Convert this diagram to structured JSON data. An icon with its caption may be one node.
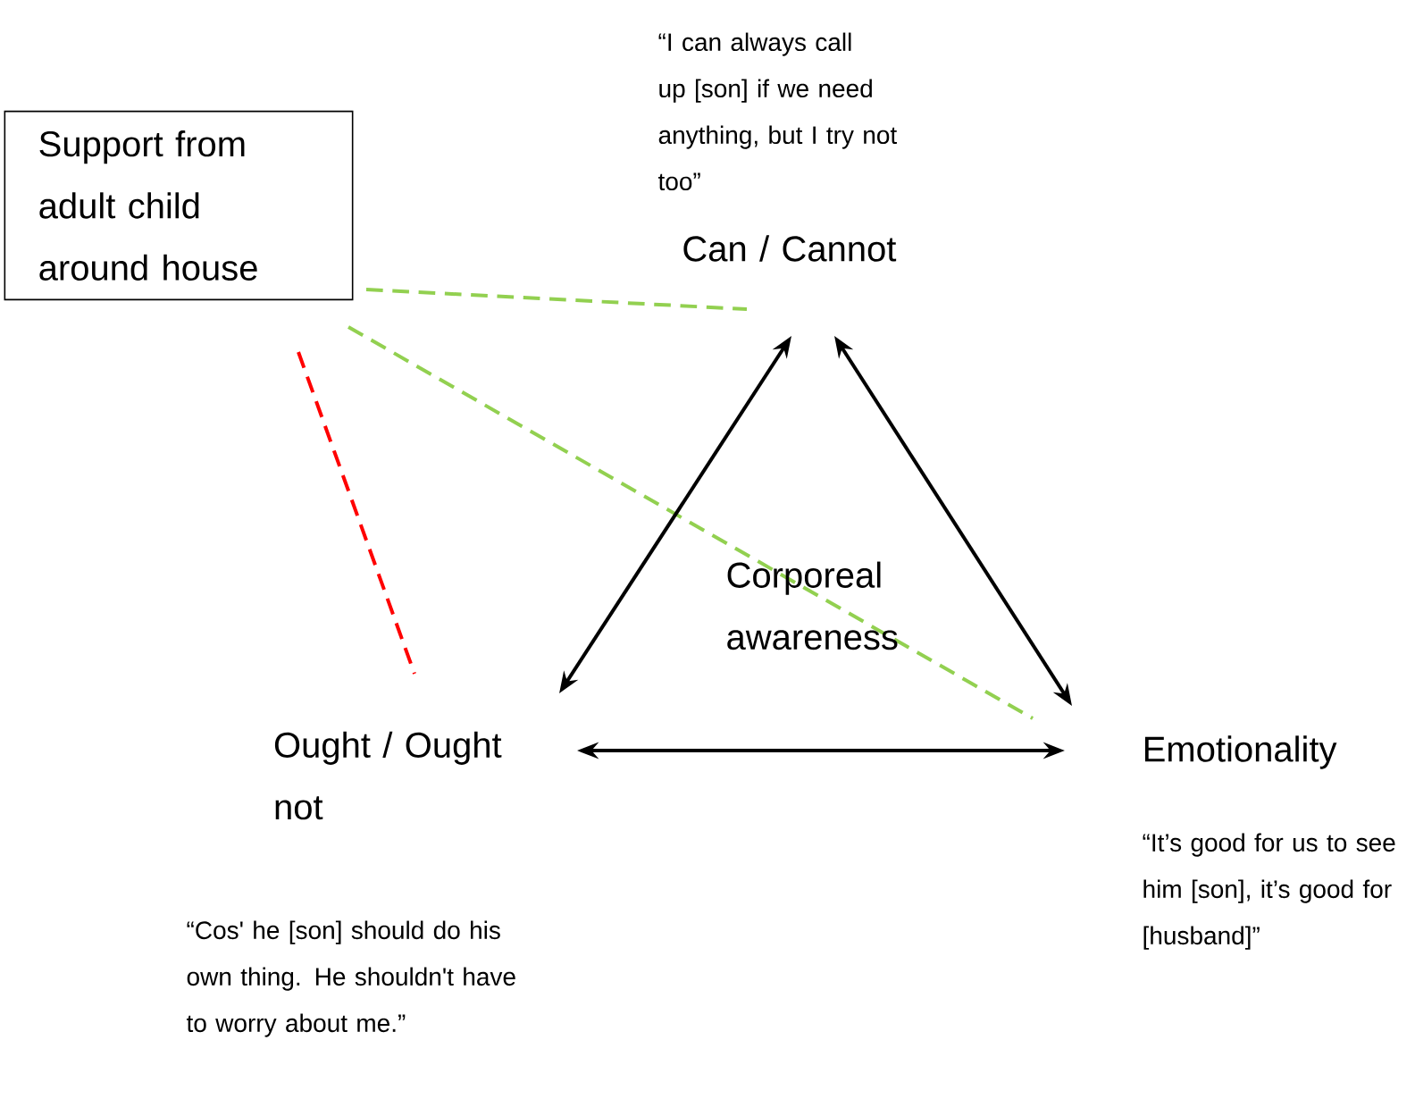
{
  "diagram": {
    "nodes": [
      {
        "text": [
          "Support from adult child around house"
        ]
      },
      {
        "text": [
          "Can / Cannot"
        ],
        "beside": [
          "“I can always call up [son] if we need anything, but I try not too”"
        ]
      },
      {
        "text": [
          "Ought / Ought not"
        ],
        "beside": [
          "“Cos' he [son] should do his own thing. He shouldn't have to worry about me.”"
        ]
      },
      {
        "text": [
          "Emotionality"
        ],
        "beside": [
          "“It’s good for us to see him [son], it’s good for [husband]”"
        ]
      }
    ],
    "edges": [
      {
        "from": 0,
        "to": 1,
        "arrow": "none",
        "style": "dashed",
        "color": "#92d050"
      },
      {
        "from": 0,
        "to": 3,
        "arrow": "none",
        "style": "dashed",
        "color": "#92d050"
      },
      {
        "from": 0,
        "to": 2,
        "arrow": "none",
        "style": "dashed",
        "color": "#ff0000"
      },
      {
        "from": 1,
        "to": 2,
        "arrow": "both"
      },
      {
        "from": 1,
        "to": 3,
        "arrow": "both"
      },
      {
        "from": 2,
        "to": 3,
        "arrow": "both"
      }
    ],
    "labels": [
      "Corporeal awareness"
    ]
  }
}
